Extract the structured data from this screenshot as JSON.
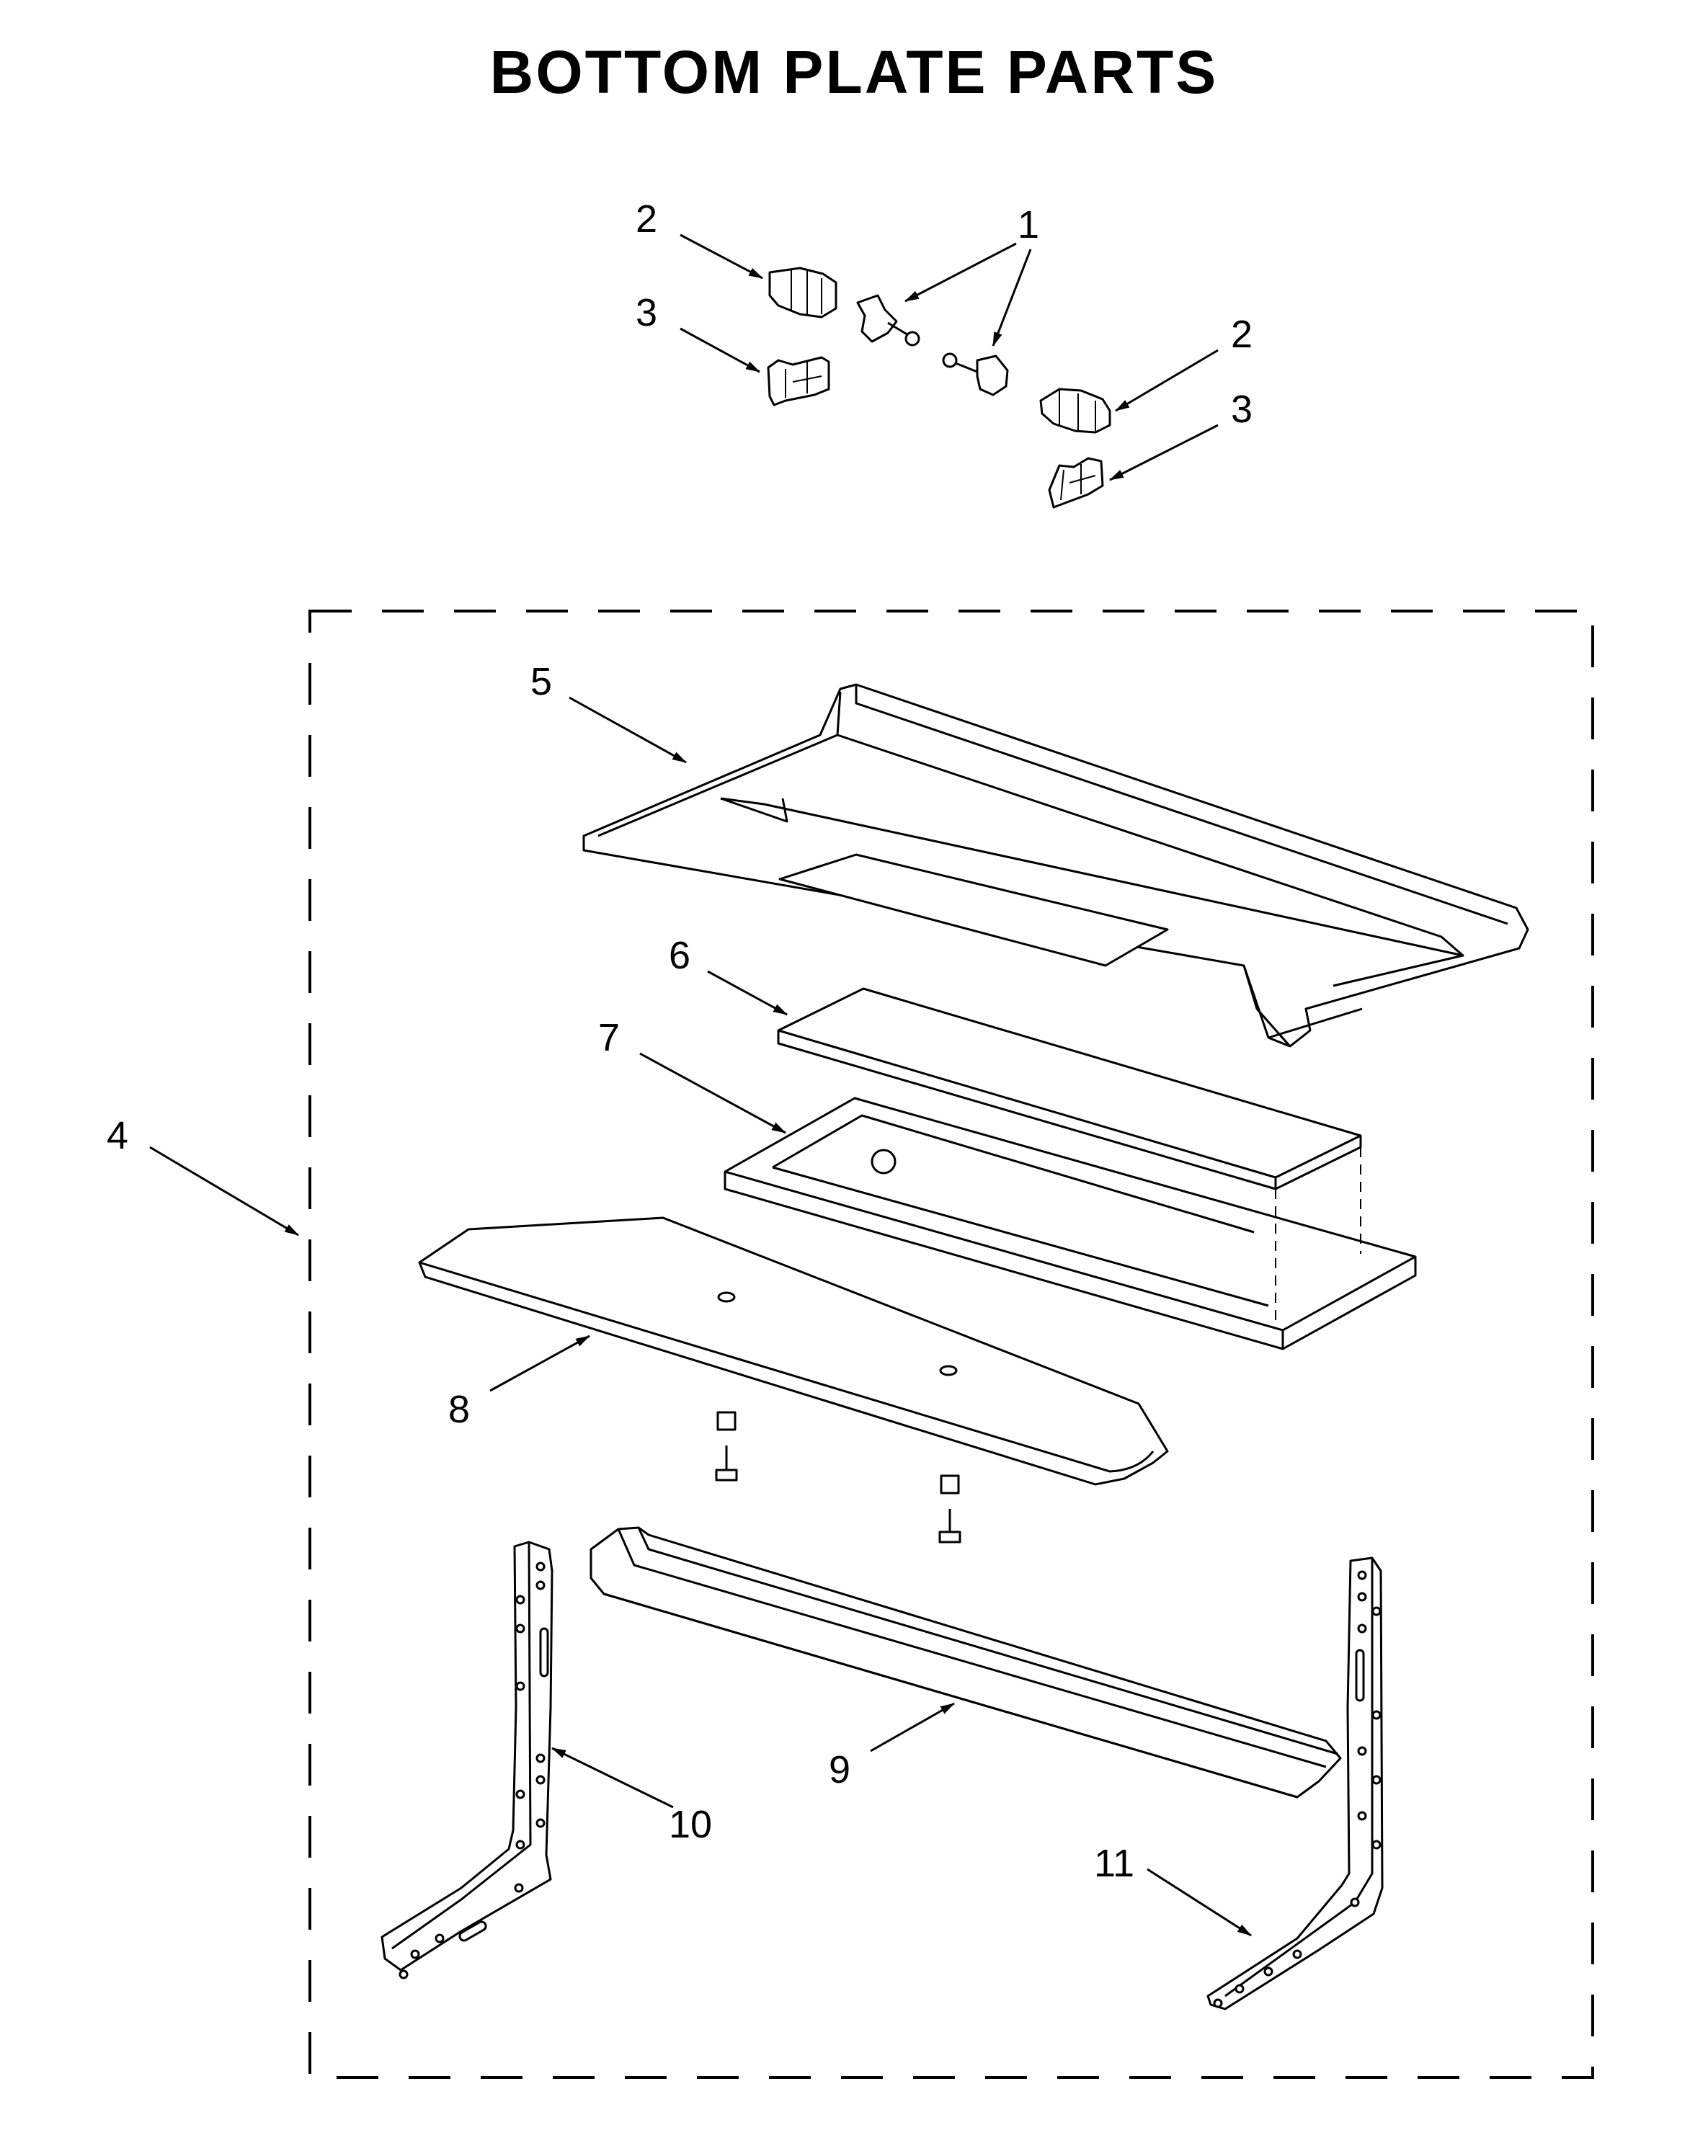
{
  "title": "BOTTOM PLATE PARTS",
  "callouts": [
    {
      "id": "c1",
      "label": "1"
    },
    {
      "id": "c2a",
      "label": "2"
    },
    {
      "id": "c2b",
      "label": "2"
    },
    {
      "id": "c3a",
      "label": "3"
    },
    {
      "id": "c3b",
      "label": "3"
    },
    {
      "id": "c4",
      "label": "4"
    },
    {
      "id": "c5",
      "label": "5"
    },
    {
      "id": "c6",
      "label": "6"
    },
    {
      "id": "c7",
      "label": "7"
    },
    {
      "id": "c8",
      "label": "8"
    },
    {
      "id": "c9",
      "label": "9"
    },
    {
      "id": "c10",
      "label": "10"
    },
    {
      "id": "c11",
      "label": "11"
    }
  ]
}
